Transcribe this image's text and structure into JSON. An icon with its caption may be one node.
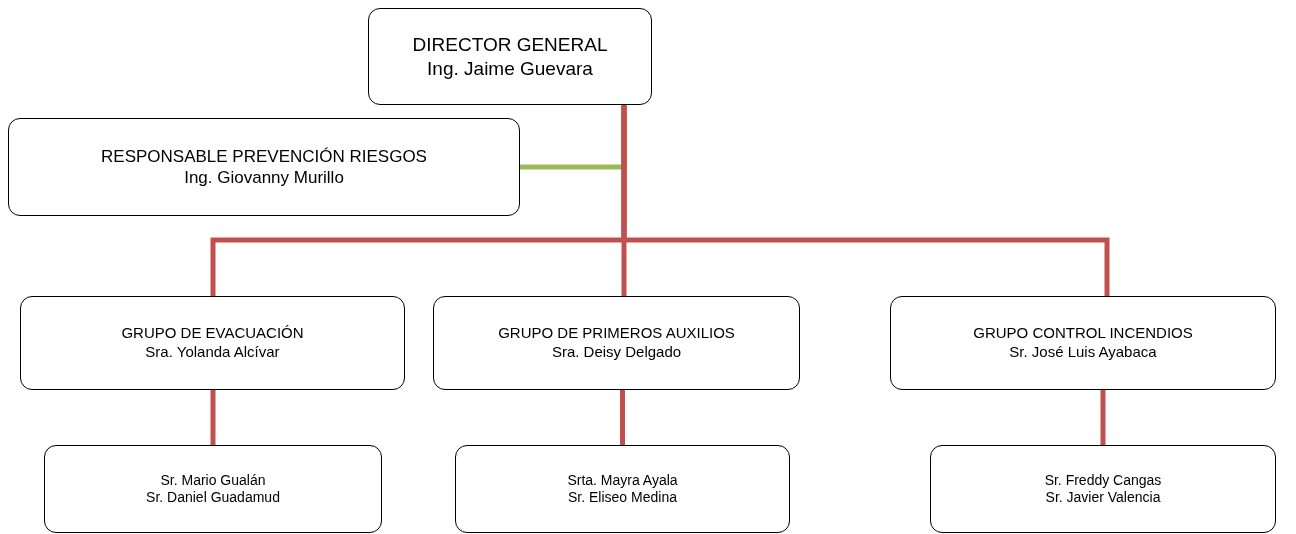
{
  "diagram": {
    "nodes": [
      {
        "text": [
          "DIRECTOR GENERAL",
          "Ing. Jaime Guevara"
        ]
      },
      {
        "text": [
          "RESPONSABLE PREVENCIÓN RIESGOS",
          "Ing. Giovanny Murillo"
        ]
      },
      {
        "text": [
          "GRUPO DE EVACUACIÓN",
          "Sra. Yolanda Alcívar"
        ]
      },
      {
        "text": [
          "GRUPO DE PRIMEROS AUXILIOS",
          "Sra. Deisy Delgado"
        ]
      },
      {
        "text": [
          "GRUPO CONTROL INCENDIOS",
          "Sr. José Luis Ayabaca"
        ]
      },
      {
        "text": [
          "Sr. Mario Gualán",
          "Sr. Daniel Guadamud"
        ]
      },
      {
        "text": [
          "Srta. Mayra Ayala",
          "Sr. Eliseo Medina"
        ]
      },
      {
        "text": [
          "Sr. Freddy Cangas",
          "Sr. Javier Valencia"
        ]
      }
    ],
    "edges": [
      {
        "from": 0,
        "to": 1,
        "arrow": "none",
        "color": "#9bbb59"
      },
      {
        "from": 0,
        "to": 2,
        "arrow": "none"
      },
      {
        "from": 0,
        "to": 3,
        "arrow": "none"
      },
      {
        "from": 0,
        "to": 4,
        "arrow": "none"
      },
      {
        "from": 2,
        "to": 5,
        "arrow": "none"
      },
      {
        "from": 3,
        "to": 6,
        "arrow": "none"
      },
      {
        "from": 4,
        "to": 7,
        "arrow": "none"
      }
    ]
  }
}
